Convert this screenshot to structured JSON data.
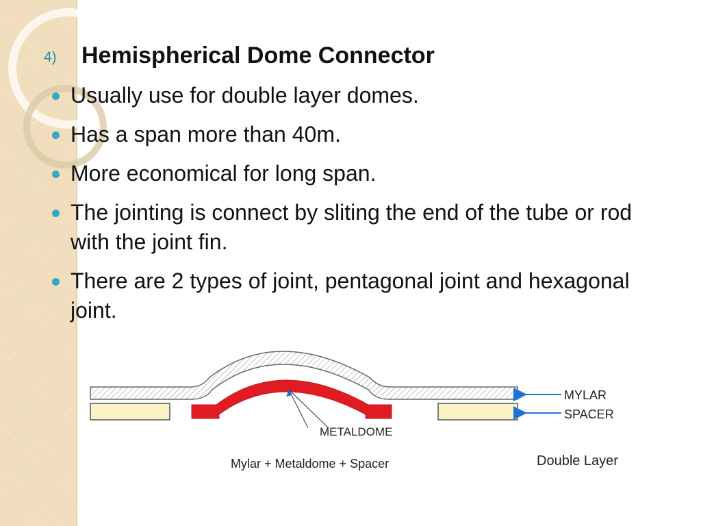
{
  "slide": {
    "number": "4)",
    "title": "Hemispherical Dome Connector",
    "bullets": [
      "Usually use for double layer domes.",
      "Has a span more than 40m.",
      "More economical for long span.",
      "The jointing is connect by sliting the end of the tube or rod with the joint fin.",
      "There are 2 types of joint, pentagonal joint and hexagonal joint."
    ]
  },
  "diagram": {
    "labels": {
      "mylar": "MYLAR",
      "spacer": "SPACER",
      "metaldome": "METALDOME",
      "caption": "Mylar + Metaldome + Spacer",
      "layer_type": "Double Layer"
    },
    "colors": {
      "dome": "#e11b22",
      "spacer": "#fbf3c7",
      "arrow": "#1e73d2",
      "bullet": "#35a7c9",
      "accent_number": "#1f8fb3"
    }
  }
}
